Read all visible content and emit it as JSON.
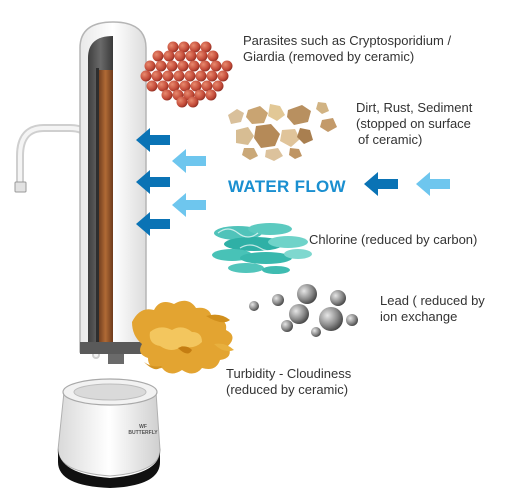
{
  "labels": {
    "parasites": [
      "Parasites such as Cryptosporidium /",
      "Giardia (removed by ceramic)"
    ],
    "dirt": [
      "Dirt, Rust, Sediment",
      "(stopped on surface",
      "of ceramic)"
    ],
    "chlorine": "Chlorine (reduced by carbon)",
    "lead": [
      "Lead ( reduced by",
      "ion exchange"
    ],
    "turbidity": [
      "Turbidity - Cloudiness",
      "(reduced by ceramic)"
    ],
    "flow": "WATER FLOW"
  },
  "brand": [
    "WF",
    "BUTTERFLY"
  ],
  "colors": {
    "arrow_dark": "#0a73b5",
    "arrow_light": "#6ec6ee",
    "flow_text": "#1a8fd0",
    "parasite": "#c24a38",
    "dirt": "#c9a472",
    "chlorine": "#3dbdb2",
    "lead": "#8a8a8a",
    "turbidity": "#e3a431"
  },
  "icons": {
    "parasites": "red-bead-cluster-icon",
    "dirt": "sediment-flakes-icon",
    "chlorine": "teal-swirl-cloud-icon",
    "lead": "metal-spheres-icon",
    "turbidity": "orange-splash-icon"
  }
}
